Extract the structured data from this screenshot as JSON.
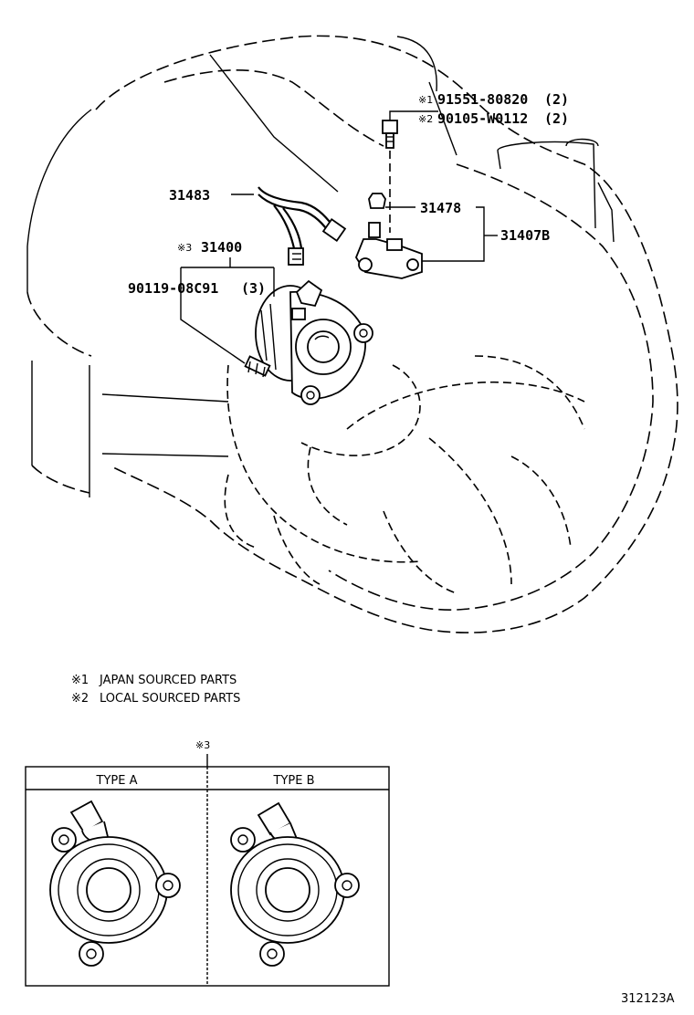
{
  "parts": {
    "bolt_japan": {
      "mark": "※1",
      "number": "91551-80820",
      "qty": "(2)"
    },
    "bolt_local": {
      "mark": "※2",
      "number": "90105-W0112",
      "qty": "(2)"
    },
    "tube": "31483",
    "cap": "31478",
    "bracket_assy": "31407B",
    "cylinder": {
      "mark": "※3",
      "number": "31400"
    },
    "bleeder": {
      "number": "90119-08C91",
      "qty": "(3)"
    }
  },
  "notes": [
    {
      "mark": "※1",
      "text": "JAPAN SOURCED PARTS"
    },
    {
      "mark": "※2",
      "text": "LOCAL SOURCED PARTS"
    }
  ],
  "variant_table": {
    "mark": "※3",
    "type_a": "TYPE A",
    "type_b": "TYPE B"
  },
  "drawing_number": "312123A"
}
